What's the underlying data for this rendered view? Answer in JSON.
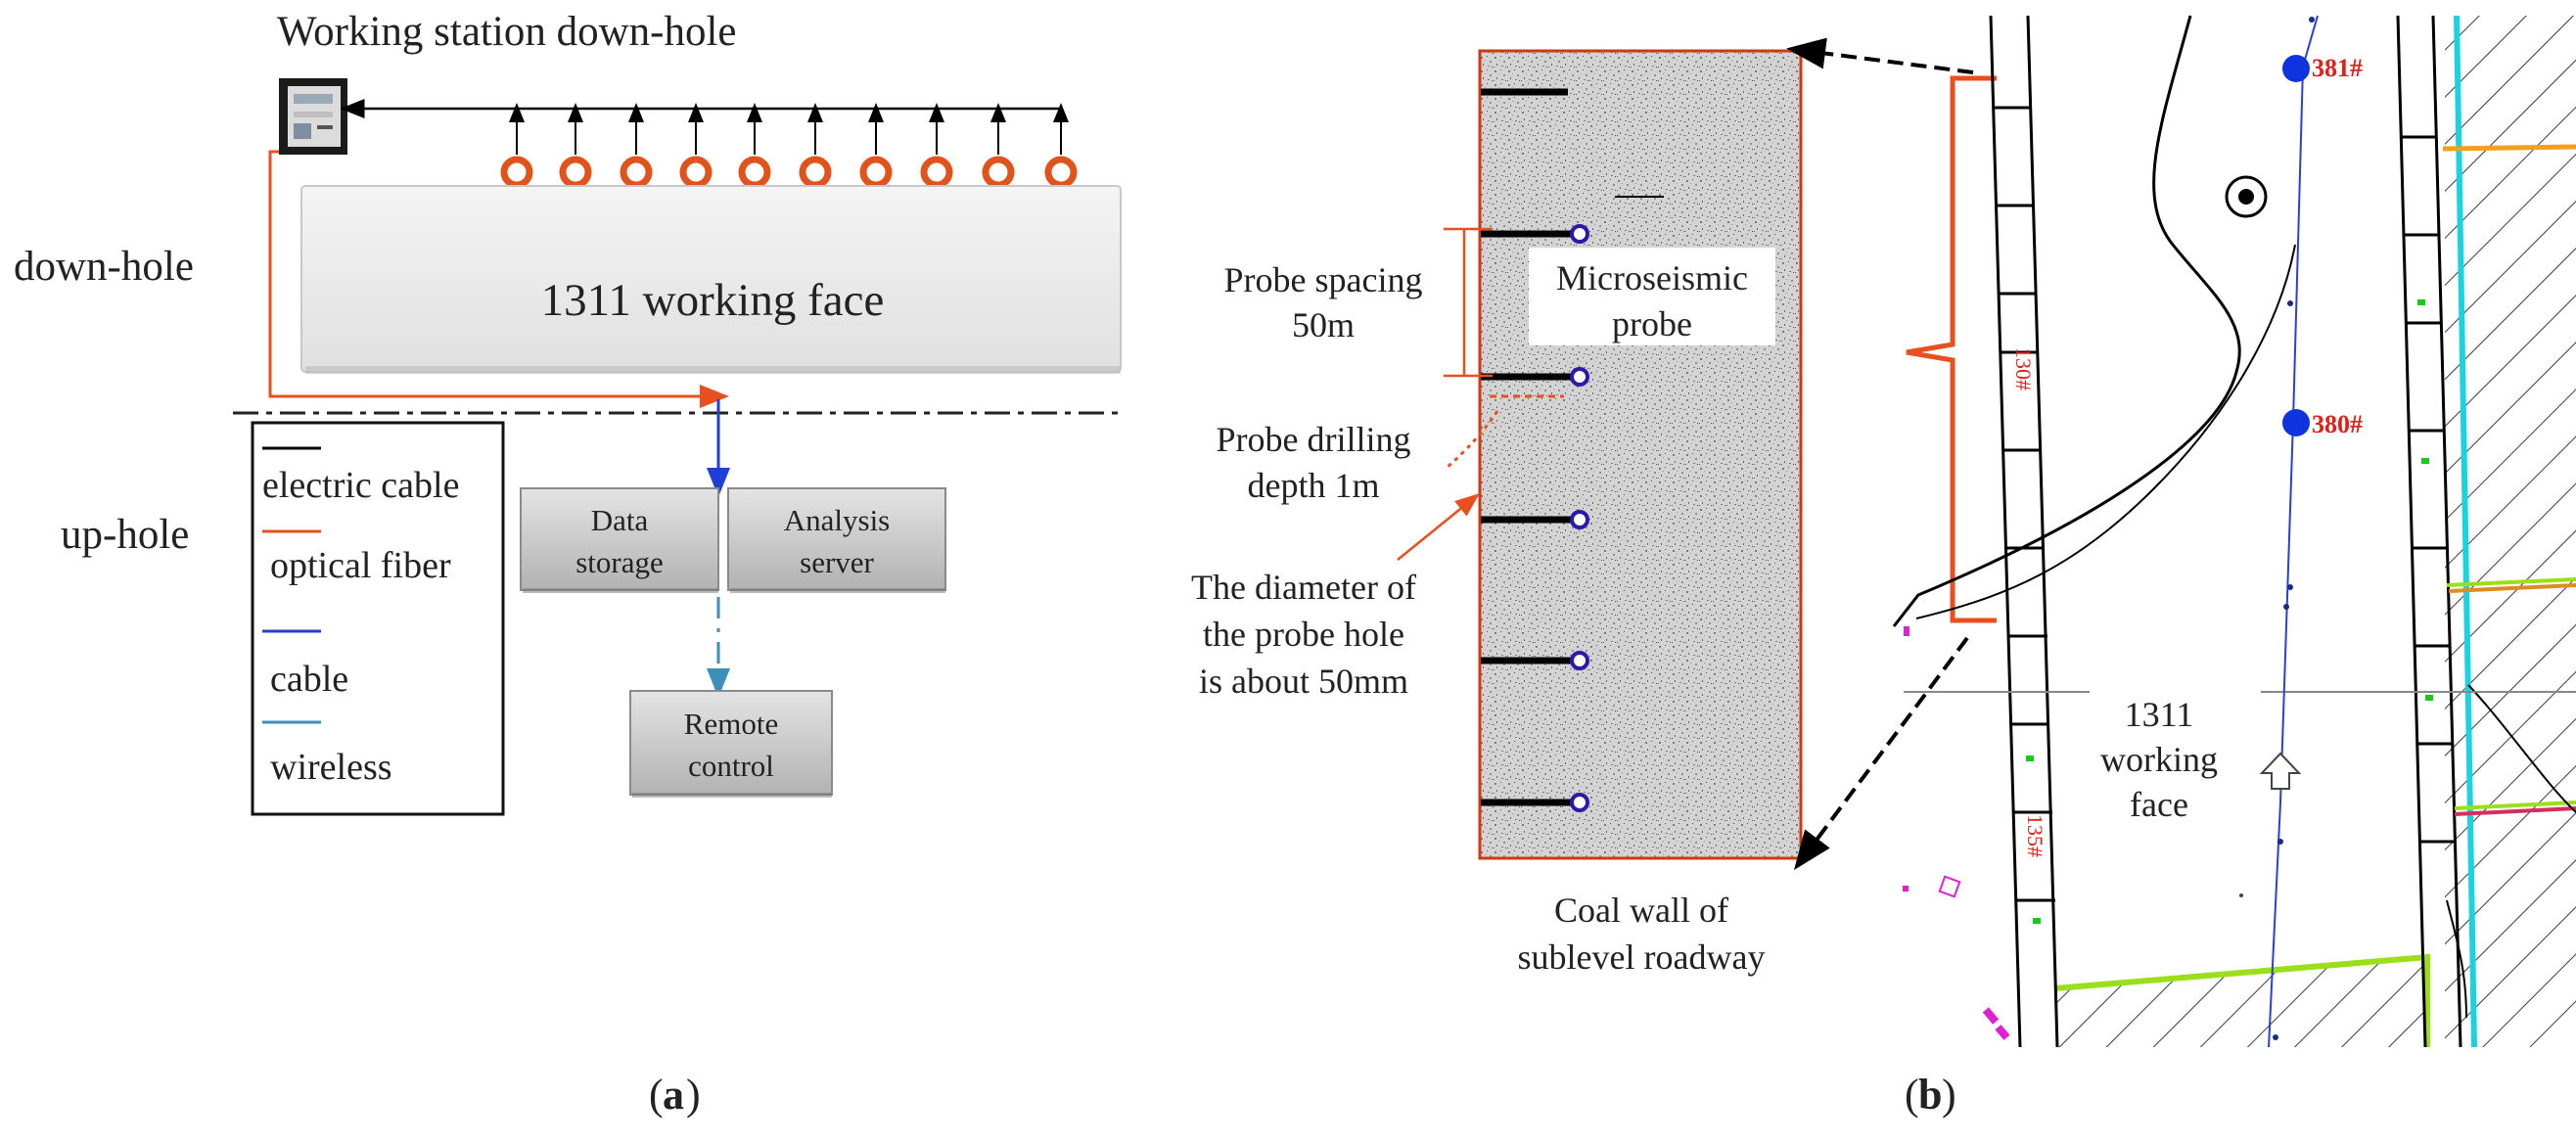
{
  "panel_a": {
    "label": "a",
    "station_title": "Working station down-hole",
    "down_hole": "down-hole",
    "up_hole": "up-hole",
    "working_face": "1311 working face",
    "legend": {
      "electric_cable": "electric cable",
      "optical_fiber": "optical fiber",
      "cable": "cable",
      "wireless": "wireless"
    },
    "data_storage": [
      "Data",
      "storage"
    ],
    "analysis_server": [
      "Analysis",
      "server"
    ],
    "remote_control": [
      "Remote",
      "control"
    ],
    "colors": {
      "optical_fiber": "#e8501f",
      "cable": "#1f3fd6",
      "wireless": "#3b8fb8",
      "probe": "#e0541c"
    }
  },
  "panel_b": {
    "label": "b",
    "probe_spacing": [
      "Probe spacing",
      "50m"
    ],
    "microseismic_probe": [
      "Microseismic",
      "probe"
    ],
    "probe_drilling": [
      "Probe drilling",
      "depth 1m"
    ],
    "hole_diameter": [
      "The diameter of",
      "the probe hole",
      "is about 50mm"
    ],
    "coal_wall": [
      "Coal wall of",
      "sublevel roadway"
    ],
    "working_face": [
      "1311",
      "working",
      "face"
    ],
    "marker_381": "381#",
    "marker_380": "380#",
    "marker_130": "130#",
    "marker_135": "135#",
    "colors": {
      "bracket": "#e8501f",
      "probe_marker": "#1033e0",
      "red_text": "#e0201a",
      "cyan": "#19d4e0",
      "green": "#9adf1a"
    }
  }
}
